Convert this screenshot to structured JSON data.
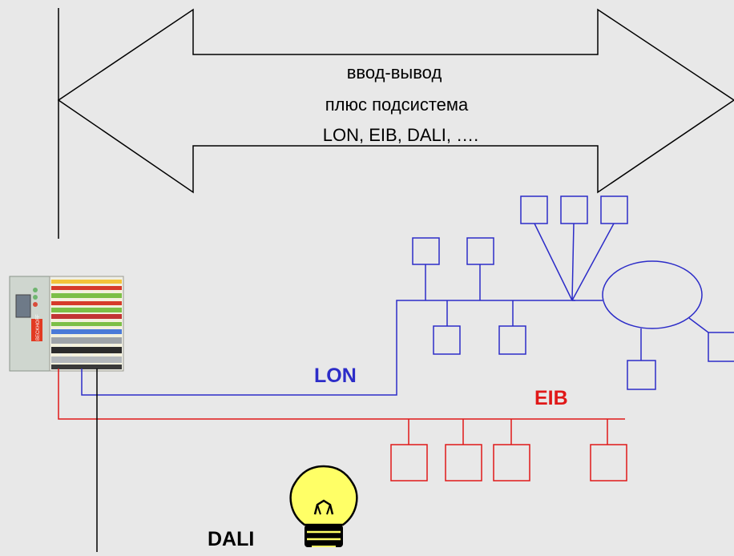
{
  "arrow_label": {
    "line1": "ввод-вывод",
    "line2": "плюс подсистема",
    "line3": "LON, EIB, DALI, …."
  },
  "bus_labels": {
    "lon": "LON",
    "eib": "EIB",
    "dali": "DALI"
  },
  "controller": {
    "brand_text": "BECKHOFF"
  },
  "colors": {
    "background": "#e8e8e8",
    "lon": "#2c2cc8",
    "eib": "#e01818",
    "dali": "#000000",
    "bulb": "#ffff66",
    "label_lon": "#2c2cc8",
    "label_eib": "#e01818"
  }
}
